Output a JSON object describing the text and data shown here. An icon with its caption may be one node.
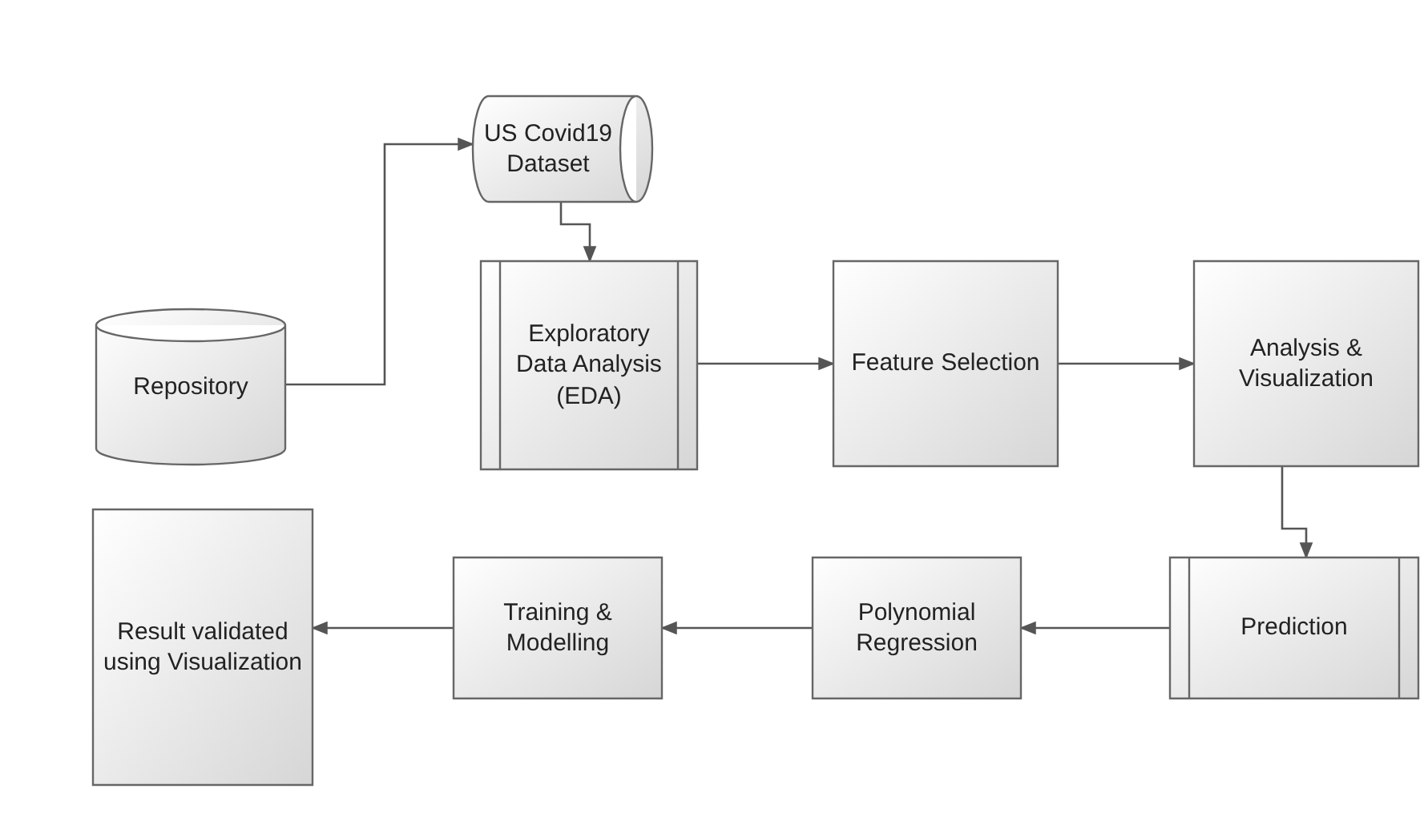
{
  "diagram": {
    "nodes": [
      {
        "text": [
          "Repository"
        ]
      },
      {
        "text": [
          "US Covid19 Dataset"
        ]
      },
      {
        "text": [
          "Exploratory Data Analysis (EDA)"
        ]
      },
      {
        "text": [
          "Feature Selection"
        ]
      },
      {
        "text": [
          "Analysis & Visualization"
        ]
      },
      {
        "text": [
          "Prediction"
        ]
      },
      {
        "text": [
          "Polynomial Regression"
        ]
      },
      {
        "text": [
          "Training & Modelling"
        ]
      },
      {
        "text": [
          "Result validated using Visualization"
        ]
      }
    ],
    "edges": [
      {
        "from": 0,
        "to": 1,
        "arrow": "to"
      },
      {
        "from": 1,
        "to": 2,
        "arrow": "to"
      },
      {
        "from": 2,
        "to": 3,
        "arrow": "to"
      },
      {
        "from": 3,
        "to": 4,
        "arrow": "to"
      },
      {
        "from": 4,
        "to": 5,
        "arrow": "to"
      },
      {
        "from": 5,
        "to": 6,
        "arrow": "to"
      },
      {
        "from": 6,
        "to": 7,
        "arrow": "to"
      },
      {
        "from": 7,
        "to": 8,
        "arrow": "to"
      }
    ]
  }
}
